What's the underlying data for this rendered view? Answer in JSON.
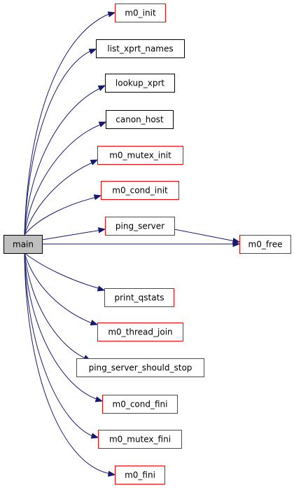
{
  "colors": {
    "edge": "#191970",
    "root_fill": "#bfbfbf",
    "root_border": "#000000",
    "node_fill": "#ffffff",
    "link_border_red": "#ff0000",
    "plain_border": "#000000"
  },
  "graph": {
    "root": {
      "id": "main",
      "label": "main"
    },
    "nodes": [
      {
        "id": "m0_init",
        "label": "m0_init",
        "border": "red"
      },
      {
        "id": "list_xprt_names",
        "label": "list_xprt_names",
        "border": "black"
      },
      {
        "id": "lookup_xprt",
        "label": "lookup_xprt",
        "border": "black"
      },
      {
        "id": "canon_host",
        "label": "canon_host",
        "border": "black"
      },
      {
        "id": "m0_mutex_init",
        "label": "m0_mutex_init",
        "border": "red"
      },
      {
        "id": "m0_cond_init",
        "label": "m0_cond_init",
        "border": "red"
      },
      {
        "id": "ping_server",
        "label": "ping_server",
        "border": "red"
      },
      {
        "id": "m0_free",
        "label": "m0_free",
        "border": "red"
      },
      {
        "id": "print_qstats",
        "label": "print_qstats",
        "border": "red"
      },
      {
        "id": "m0_thread_join",
        "label": "m0_thread_join",
        "border": "red"
      },
      {
        "id": "ping_server_should_stop",
        "label": "ping_server_should_stop",
        "border": "red"
      },
      {
        "id": "m0_cond_fini",
        "label": "m0_cond_fini",
        "border": "red"
      },
      {
        "id": "m0_mutex_fini",
        "label": "m0_mutex_fini",
        "border": "red"
      },
      {
        "id": "m0_fini",
        "label": "m0_fini",
        "border": "red"
      }
    ],
    "edges": [
      {
        "from": "main",
        "to": "m0_init"
      },
      {
        "from": "main",
        "to": "list_xprt_names"
      },
      {
        "from": "main",
        "to": "lookup_xprt"
      },
      {
        "from": "main",
        "to": "canon_host"
      },
      {
        "from": "main",
        "to": "m0_mutex_init"
      },
      {
        "from": "main",
        "to": "m0_cond_init"
      },
      {
        "from": "main",
        "to": "ping_server"
      },
      {
        "from": "main",
        "to": "m0_free"
      },
      {
        "from": "ping_server",
        "to": "m0_free"
      },
      {
        "from": "main",
        "to": "print_qstats"
      },
      {
        "from": "main",
        "to": "m0_thread_join"
      },
      {
        "from": "main",
        "to": "ping_server_should_stop"
      },
      {
        "from": "main",
        "to": "m0_cond_fini"
      },
      {
        "from": "main",
        "to": "m0_mutex_fini"
      },
      {
        "from": "main",
        "to": "m0_fini"
      }
    ]
  }
}
